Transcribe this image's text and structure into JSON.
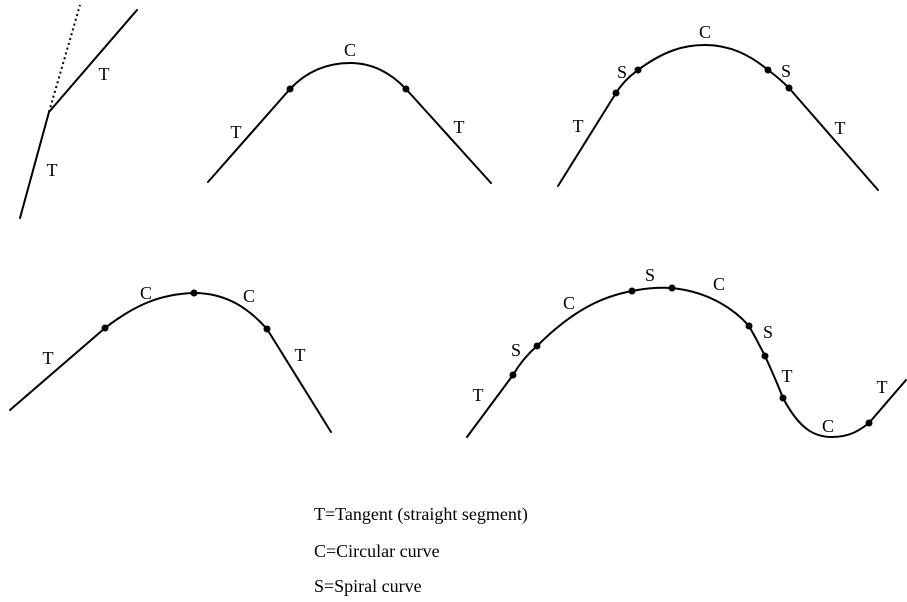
{
  "labels": {
    "T": "T",
    "C": "C",
    "S": "S"
  },
  "legend": {
    "tangent": "T=Tangent (straight segment)",
    "circular": "C=Circular curve",
    "spiral": "S=Spiral curve"
  },
  "colors": {
    "stroke": "#000000",
    "background": "#ffffff"
  }
}
